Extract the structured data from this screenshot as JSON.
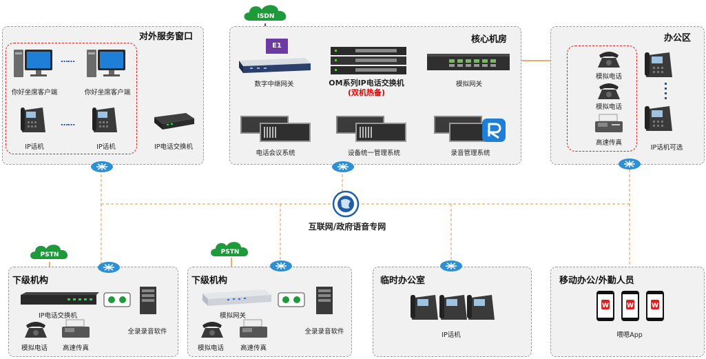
{
  "colors": {
    "panel_bg": "#f1f1f1",
    "link_orange": "#e8913c",
    "bus_yellow": "#f2c233",
    "cloud_green": "#1e9a3a",
    "router_blue": "#2d8fd4",
    "e1_purple": "#6b3aa3",
    "red_dashed": "#e02020",
    "red_text": "#e00000"
  },
  "isdn": "ISDN",
  "e1": "E1",
  "center": {
    "label": "互联网/政府语音专网",
    "icon": "globe-icon"
  },
  "panels": {
    "external": {
      "title": "对外服务窗口",
      "agent_client_left": "你好坐席客户端",
      "agent_client_right": "你好坐席客户端",
      "ip_phone_left": "IP话机",
      "ip_phone_right": "IP话机",
      "ip_pbx": "IP电话交换机",
      "dots": "……"
    },
    "core": {
      "title": "核心机房",
      "digital_gateway": "数字中继网关",
      "om_pbx": "OM系列IP电话交换机",
      "om_pbx_sub": "(双机热备)",
      "analog_gateway": "模拟网关",
      "conference": "电话会议系统",
      "management": "设备统一管理系统",
      "recording": "录音管理系统"
    },
    "office": {
      "title": "办公区",
      "analog_phone_1": "模拟电话",
      "analog_phone_2": "模拟电话",
      "fax": "高速传真",
      "ip_phone": "IP话机可选"
    },
    "branch1": {
      "title": "下级机构",
      "pstn": "PSTN",
      "device": "IP电话交换机",
      "analog_phone": "模拟电话",
      "fax": "高速传真",
      "software": "全录录音软件"
    },
    "branch2": {
      "title": "下级机构",
      "pstn": "PSTN",
      "device": "模拟网关",
      "analog_phone": "模拟电话",
      "fax": "高速传真",
      "software": "全录录音软件"
    },
    "temp": {
      "title": "临时办公室",
      "ip_phone": "IP话机"
    },
    "mobile": {
      "title": "移动办公/外勤人员",
      "app": "喂嗯App",
      "app_icon_text": "W"
    }
  }
}
